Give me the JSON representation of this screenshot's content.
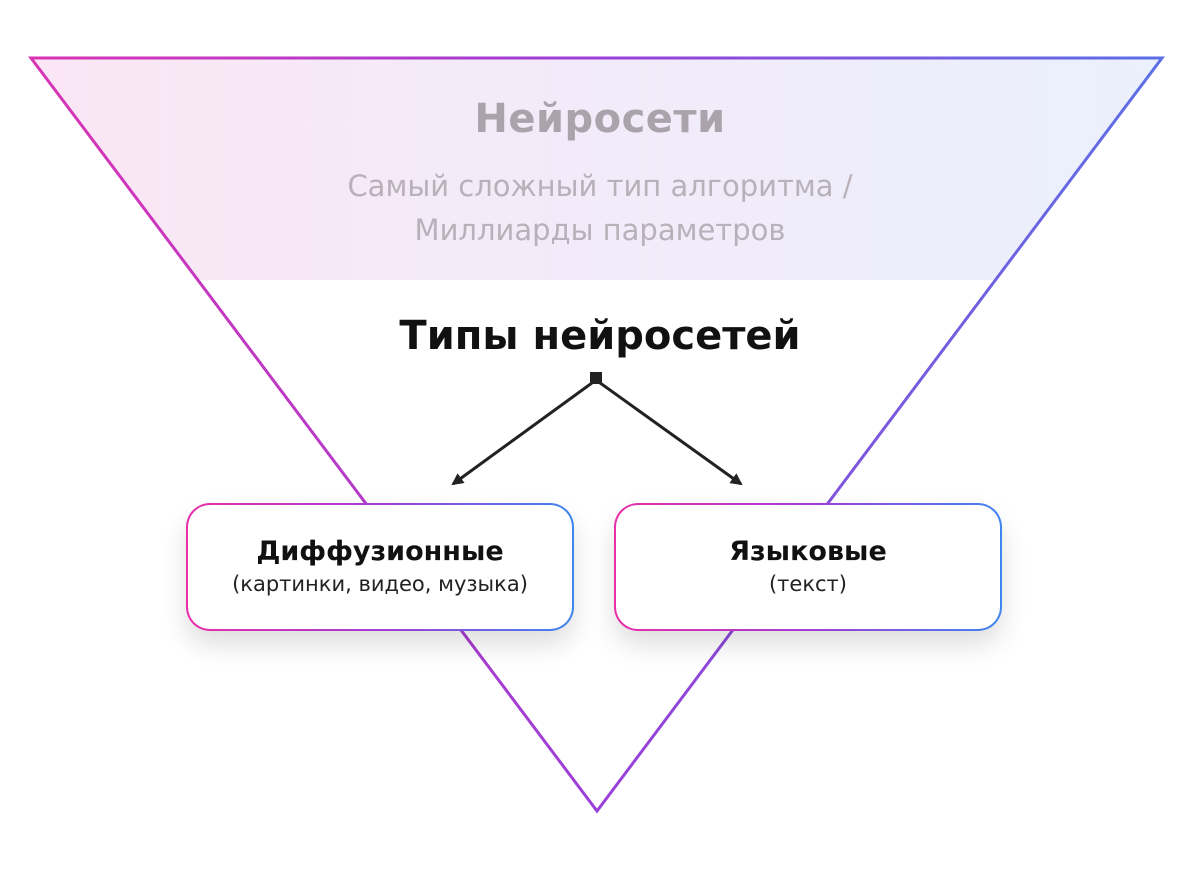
{
  "top_section": {
    "title": "Нейросети",
    "subtitle_line1": "Самый сложный тип алгоритма /",
    "subtitle_line2": "Миллиарды параметров"
  },
  "types_title": "Типы нейросетей",
  "boxes": [
    {
      "title": "Диффузионные",
      "subtitle": "(картинки, видео, музыка)"
    },
    {
      "title": "Языковые",
      "subtitle": "(текст)"
    }
  ],
  "colors": {
    "gradient_pink": "#e82fa8",
    "gradient_purple": "#a53bd6",
    "gradient_blue": "#3f86ef",
    "band_left": "#fbe6f5",
    "band_right": "#eaf0fd",
    "arrow": "#222222"
  }
}
